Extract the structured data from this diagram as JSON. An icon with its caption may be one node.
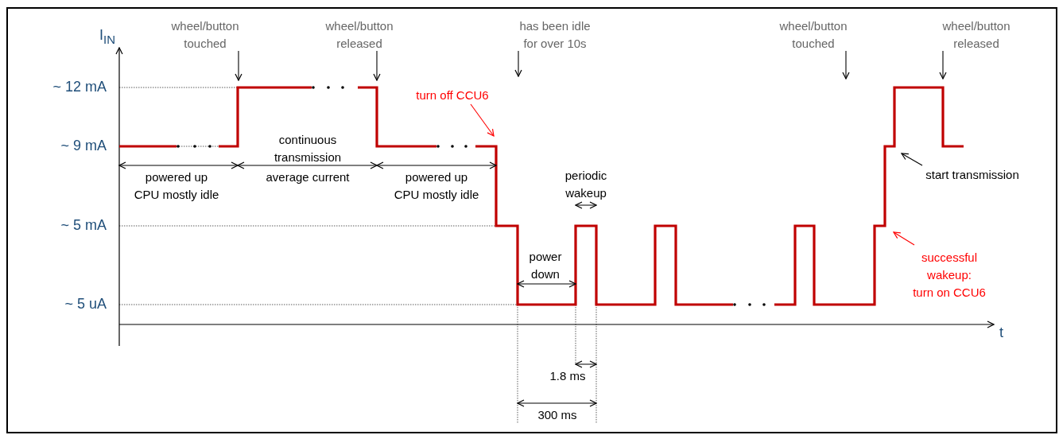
{
  "diagram": {
    "nodes": [
      {
        "text": [
          "wheel/button touched"
        ]
      },
      {
        "text": [
          "wheel/button released"
        ]
      },
      {
        "text": [
          "has been idle for over 10s"
        ]
      },
      {
        "text": [
          "wheel/button touched"
        ]
      },
      {
        "text": [
          "wheel/button released"
        ]
      },
      {
        "text": [
          "turn off CCU6"
        ]
      },
      {
        "text": [
          "start transmission"
        ]
      },
      {
        "text": [
          "successful wakeup: turn on CCU6"
        ]
      }
    ],
    "edges": [
      {
        "from": 0,
        "to": null,
        "arrow": "to"
      },
      {
        "from": 1,
        "to": null,
        "arrow": "to"
      },
      {
        "from": 2,
        "to": null,
        "arrow": "to"
      },
      {
        "from": 3,
        "to": null,
        "arrow": "to"
      },
      {
        "from": 4,
        "to": null,
        "arrow": "to"
      },
      {
        "from": 5,
        "to": null,
        "arrow": "to",
        "color": "#ff0000"
      },
      {
        "from": 6,
        "to": null,
        "arrow": "to"
      },
      {
        "from": 7,
        "to": null,
        "arrow": "to",
        "color": "#ff0000"
      }
    ],
    "labels": [
      "I$_{IN}$",
      "~ 12 mA",
      "~ 9 mA",
      "continuous transmission",
      "powered up CPU mostly idle",
      "average current",
      "powered up CPU mostly idle",
      "periodic wakeup",
      "~ 5 mA",
      "power down",
      "~ 5 uA",
      "t",
      "1.8 ms",
      "300 ms"
    ]
  }
}
